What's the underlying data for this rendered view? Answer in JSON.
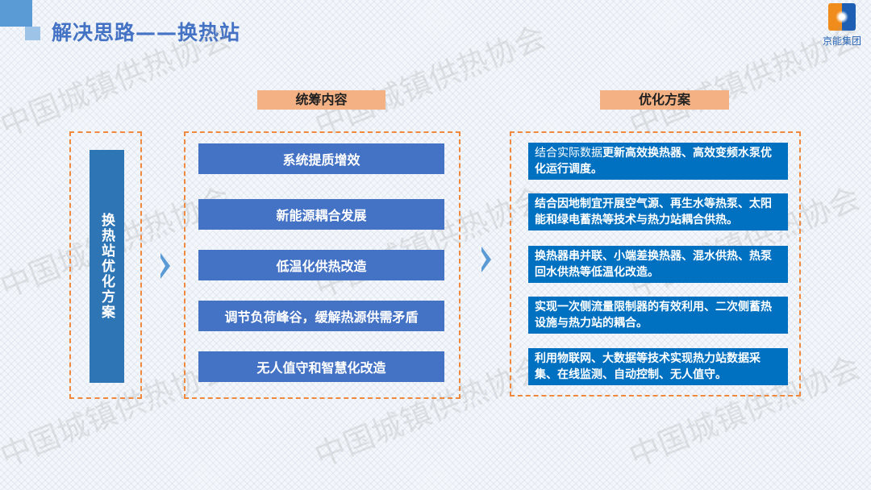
{
  "header": {
    "title": "解决思路——换热站",
    "logo_text": "京能集团"
  },
  "watermark": "中国城镇供热协会",
  "left": {
    "label": "换热站优化方案"
  },
  "middle": {
    "header": "统筹内容",
    "items": [
      "系统提质增效",
      "新能源耦合发展",
      "低温化供热改造",
      "调节负荷峰谷，缓解热源供需矛盾",
      "无人值守和智慧化改造"
    ]
  },
  "right": {
    "header": "优化方案",
    "items": [
      {
        "prefix": "结合实际数据",
        "text": "更新高效换热器、高效变频水泵优化运行调度。"
      },
      {
        "prefix": "",
        "text": "结合因地制宜开展空气源、再生水等热泵、太阳能和绿电蓄热等技术与热力站耦合供热。"
      },
      {
        "prefix": "",
        "text": "换热器串并联、小端差换热器、混水供热、热泵回水供热等低温化改造。"
      },
      {
        "prefix": "",
        "text": "实现一次侧流量限制器的有效利用、二次侧蓄热设施与热力站的耦合。"
      },
      {
        "prefix": "",
        "text": "利用物联网、大数据等技术实现热力站数据采集、在线监测、自动控制、无人值守。"
      }
    ]
  }
}
